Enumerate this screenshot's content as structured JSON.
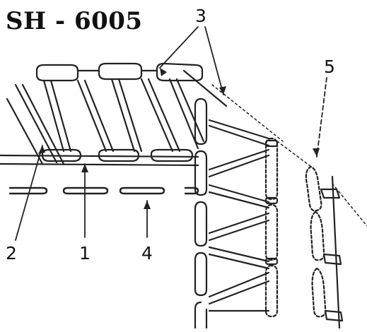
{
  "title": "SH - 6005",
  "callouts": [
    "1",
    "2",
    "3",
    "4",
    "5"
  ]
}
